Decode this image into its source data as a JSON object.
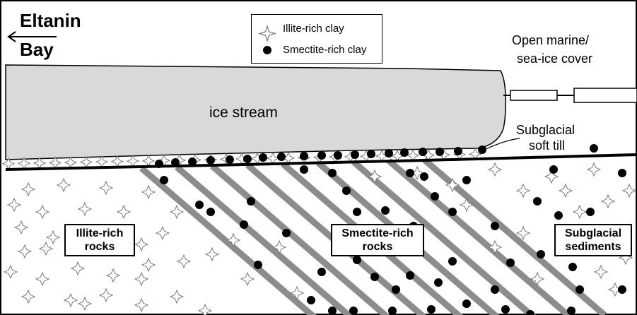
{
  "legend": {
    "items": [
      {
        "symbol": "star-outline",
        "label": "Illite-rich clay"
      },
      {
        "symbol": "filled-dot",
        "label": "Smectite-rich clay"
      }
    ]
  },
  "labels": {
    "eltanin_line1": "Eltanin",
    "eltanin_line2": "Bay",
    "open_marine_line1": "Open marine/",
    "open_marine_line2": "sea-ice cover",
    "ice_stream": "ice stream",
    "subglacial_till_line1": "Subglacial",
    "subglacial_till_line2": "soft till",
    "illite_rocks_line1": "Illite-rich",
    "illite_rocks_line2": "rocks",
    "smectite_rocks_line1": "Smectite-rich",
    "smectite_rocks_line2": "rocks",
    "sediments_line1": "Subglacial",
    "sediments_line2": "sediments"
  },
  "colors": {
    "ice": "#d9d9d9",
    "strata": "#8c8c8c",
    "outline": "#000000",
    "background": "#ffffff"
  },
  "icons": {
    "direction_arrow": "arrow-left-icon",
    "illite": "star-outline-icon",
    "smectite": "filled-dot-icon"
  }
}
